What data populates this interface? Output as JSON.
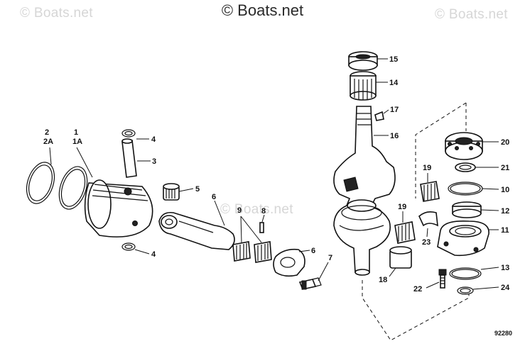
{
  "watermarks": {
    "center": "© Boats.net",
    "top_left": "© Boats.net",
    "top_right": "© Boats.net",
    "middle": "© Boats.net"
  },
  "diagram_number": "92280",
  "callouts": {
    "c1": "1",
    "c1a": "1A",
    "c2": "2",
    "c2a": "2A",
    "c3": "3",
    "c4a": "4",
    "c4b": "4",
    "c5": "5",
    "c6a": "6",
    "c6b": "6",
    "c7": "7",
    "c8": "8",
    "c9": "9",
    "c10": "10",
    "c11": "11",
    "c12": "12",
    "c13": "13",
    "c14": "14",
    "c15": "15",
    "c16": "16",
    "c17": "17",
    "c18": "18",
    "c19a": "19",
    "c19b": "19",
    "c20": "20",
    "c21": "21",
    "c22": "22",
    "c23": "23",
    "c24": "24"
  }
}
